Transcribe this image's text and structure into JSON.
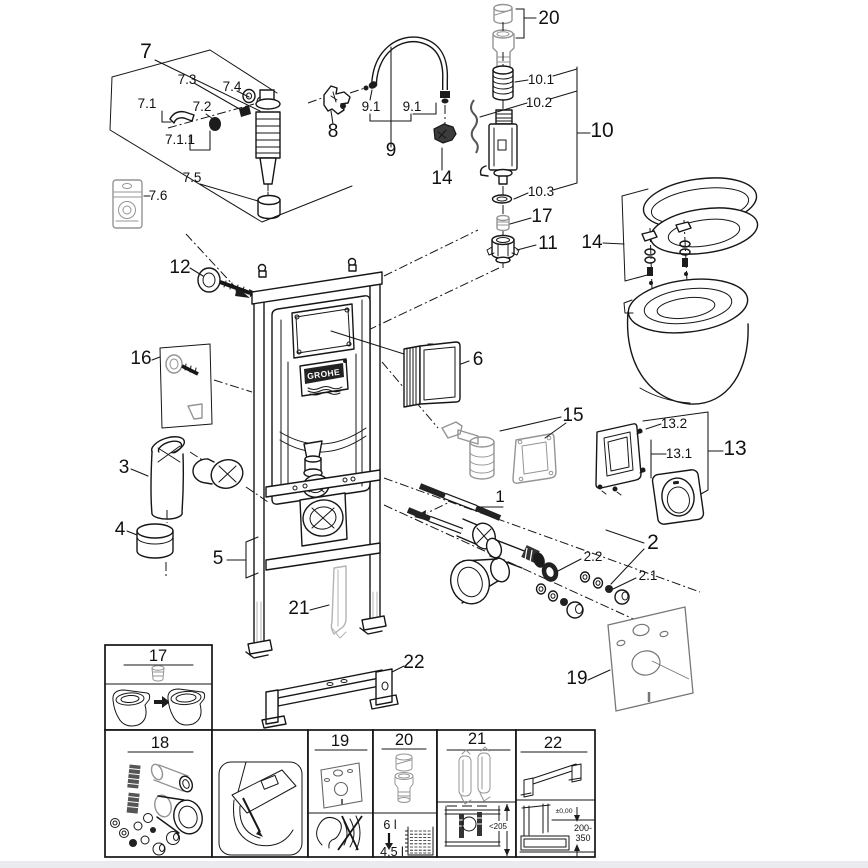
{
  "brand": "GROHE",
  "callouts": {
    "c7": "7",
    "c7_3": "7.3",
    "c7_4": "7.4",
    "c7_1": "7.1",
    "c7_2": "7.2",
    "c7_1_1": "7.1.1",
    "c7_5": "7.5",
    "c7_6": "7.6",
    "c8": "8",
    "c9": "9",
    "c9_1a": "9.1",
    "c9_1b": "9.1",
    "c14a": "14",
    "c20": "20",
    "c10_1": "10.1",
    "c10_2": "10.2",
    "c10": "10",
    "c10_3": "10.3",
    "c17": "17",
    "c11": "11",
    "c14b": "14",
    "c12": "12",
    "c16": "16",
    "c6": "6",
    "c15": "15",
    "c13_2": "13.2",
    "c13_1": "13.1",
    "c13": "13",
    "c3": "3",
    "c4": "4",
    "c5": "5",
    "c1": "1",
    "c2": "2",
    "c2_2": "2.2",
    "c2_1": "2.1",
    "c21": "21",
    "c22": "22",
    "c19": "19"
  },
  "panels": {
    "p17": {
      "title": "17"
    },
    "p18": {
      "title": "18"
    },
    "p19": {
      "title": "19"
    },
    "p20": {
      "title": "20",
      "vol_from": "6 l",
      "vol_to": "4,5 l"
    },
    "p21": {
      "title": "21",
      "dim": "<205"
    },
    "p22": {
      "title": "22",
      "level": "±0,00",
      "range1": "200-",
      "range2": "350"
    }
  },
  "colors": {
    "line": "#161616",
    "grey_part": "#949494",
    "light_grey_part": "#b3b3b3",
    "band": "#e9ebee"
  }
}
